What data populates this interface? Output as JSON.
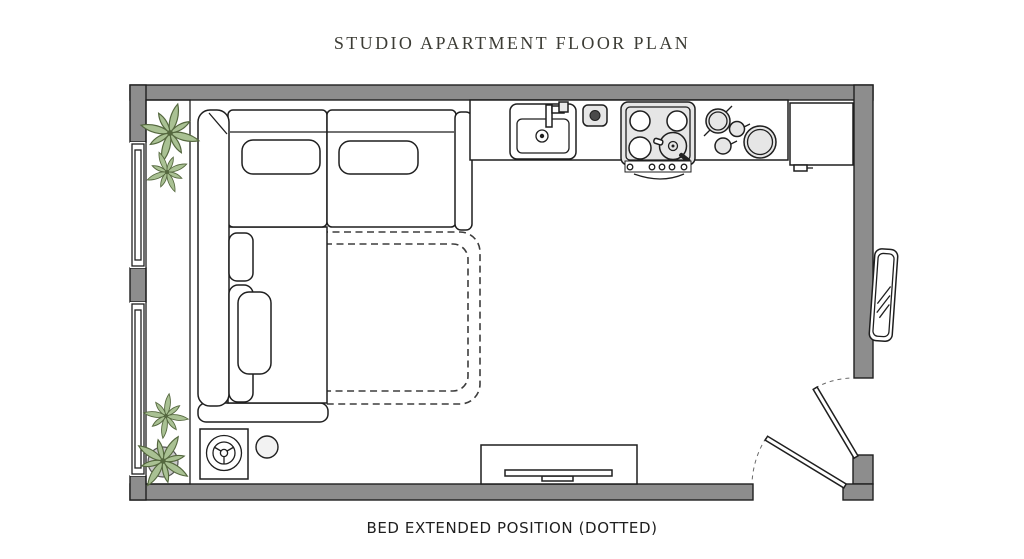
{
  "page": {
    "title": "STUDIO APARTMENT FLOOR PLAN",
    "caption": "BED EXTENDED POSITION (DOTTED)"
  },
  "colors": {
    "wall": "#8d8d8d",
    "line": "#1f1f1f",
    "plant": "#a9c193",
    "plantdark": "#55683f",
    "fixture": "#e6e6e6",
    "pot": "#c9c9c9",
    "title": "#3c3c35",
    "caption": "#1e1e1e"
  },
  "plan": {
    "elements": [
      "sectional-sofa-bed",
      "extended-bed-dotted-outline",
      "kitchen-counter",
      "sink",
      "cooktop-with-pan",
      "cookware-pots",
      "refrigerator",
      "tv-console",
      "washing-machine",
      "stool",
      "potted-plants",
      "left-windows",
      "corner-entry-doors",
      "mirror"
    ]
  }
}
